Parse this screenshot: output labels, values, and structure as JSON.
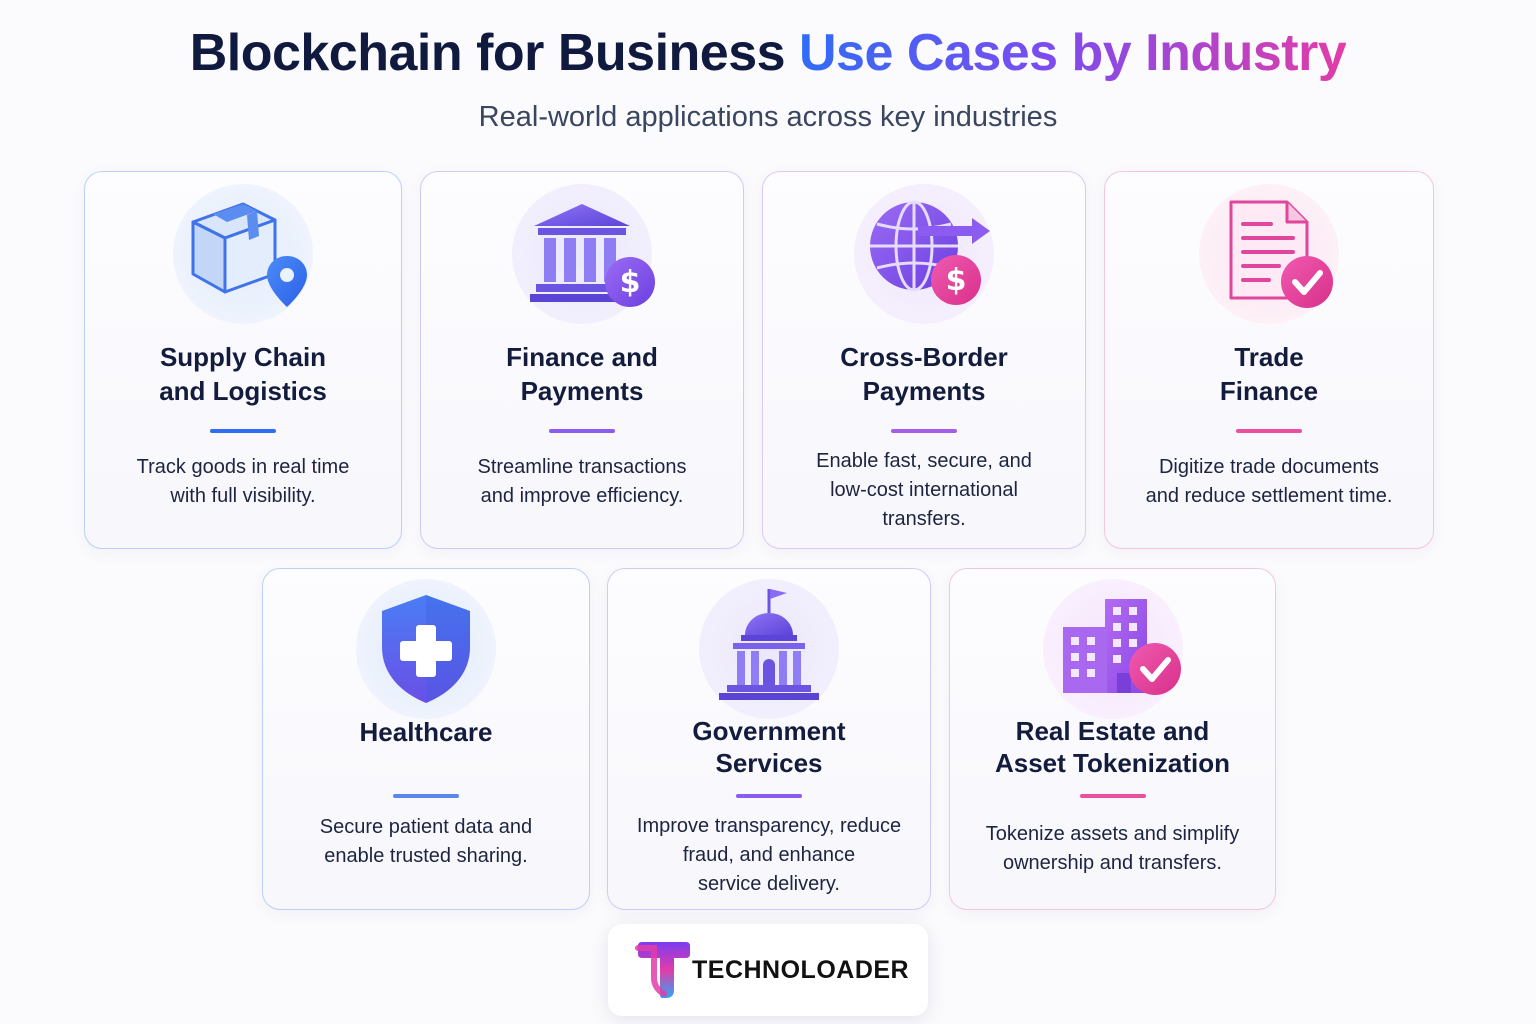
{
  "header": {
    "title_part1": "Blockchain for Business",
    "title_part2": "Use Cases by Industry",
    "subtitle": "Real-world applications across key industries"
  },
  "cards": [
    {
      "title_lines": [
        "Supply Chain",
        "and Logistics"
      ],
      "desc_lines": [
        "Track goods in real time",
        "with full visibility."
      ],
      "icon": "package-location-icon",
      "accent": "#2f6df6"
    },
    {
      "title_lines": [
        "Finance and",
        "Payments"
      ],
      "desc_lines": [
        "Streamline transactions",
        "and improve efficiency."
      ],
      "icon": "bank-dollar-icon",
      "accent": "#8a5cf0"
    },
    {
      "title_lines": [
        "Cross-Border",
        "Payments"
      ],
      "desc_lines": [
        "Enable fast, secure, and",
        "low-cost international",
        "transfers."
      ],
      "icon": "globe-transfer-icon",
      "accent": "#a65de8"
    },
    {
      "title_lines": [
        "Trade",
        "Finance"
      ],
      "desc_lines": [
        "Digitize trade documents",
        "and reduce settlement time."
      ],
      "icon": "document-check-icon",
      "accent": "#ec4f9e"
    },
    {
      "title_lines": [
        "Healthcare"
      ],
      "desc_lines": [
        "Secure patient data and",
        "enable trusted sharing."
      ],
      "icon": "medical-shield-icon",
      "accent": "#5b86ea"
    },
    {
      "title_lines": [
        "Government",
        "Services"
      ],
      "desc_lines": [
        "Improve transparency, reduce",
        "fraud, and enhance",
        "service delivery."
      ],
      "icon": "government-building-icon",
      "accent": "#8a5cf0"
    },
    {
      "title_lines": [
        "Real Estate and",
        "Asset Tokenization"
      ],
      "desc_lines": [
        "Tokenize assets and simplify",
        "ownership and transfers."
      ],
      "icon": "building-check-icon",
      "accent": "#ec4f9e"
    }
  ],
  "brand": {
    "name": "TECHNOLOADER",
    "logo_icon": "technoloader-logo-icon"
  }
}
